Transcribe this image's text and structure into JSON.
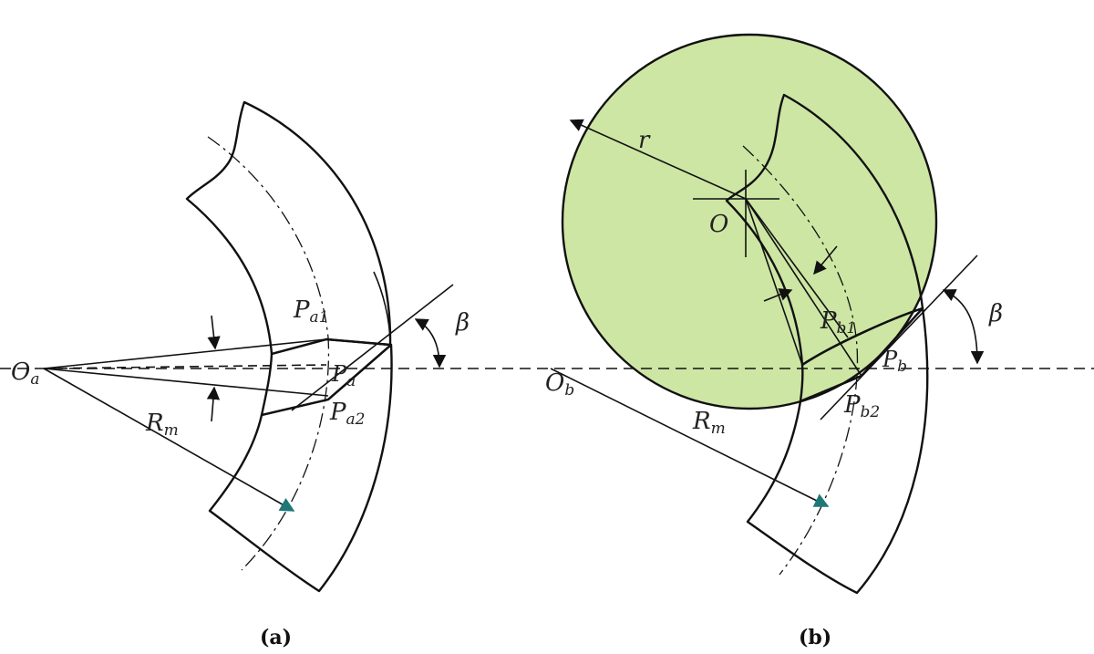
{
  "colors": {
    "blade_fill": "#8ff0f5",
    "cutter_fill": "#cde6a4",
    "overlap_fill": "#8de0a6",
    "stroke": "#111111",
    "arrow_teal": "#1f7878"
  },
  "panel_a": {
    "caption": "(a)",
    "labels": {
      "origin_main": "O",
      "origin_sub": "a",
      "radius_main": "R",
      "radius_sub": "m",
      "p1_main": "P",
      "p1_sub": "a1",
      "p_main": "P",
      "p_sub": "a",
      "p2_main": "P",
      "p2_sub": "a2",
      "angle": "β"
    }
  },
  "panel_b": {
    "caption": "(b)",
    "labels": {
      "origin_main": "O",
      "origin_sub": "b",
      "radius_main": "R",
      "radius_sub": "m",
      "cutter_radius": "r",
      "cutter_center": "O",
      "p1_main": "P",
      "p1_sub": "b1",
      "p_main": "P",
      "p_sub": "b",
      "p2_main": "P",
      "p2_sub": "b2",
      "angle": "β"
    }
  }
}
